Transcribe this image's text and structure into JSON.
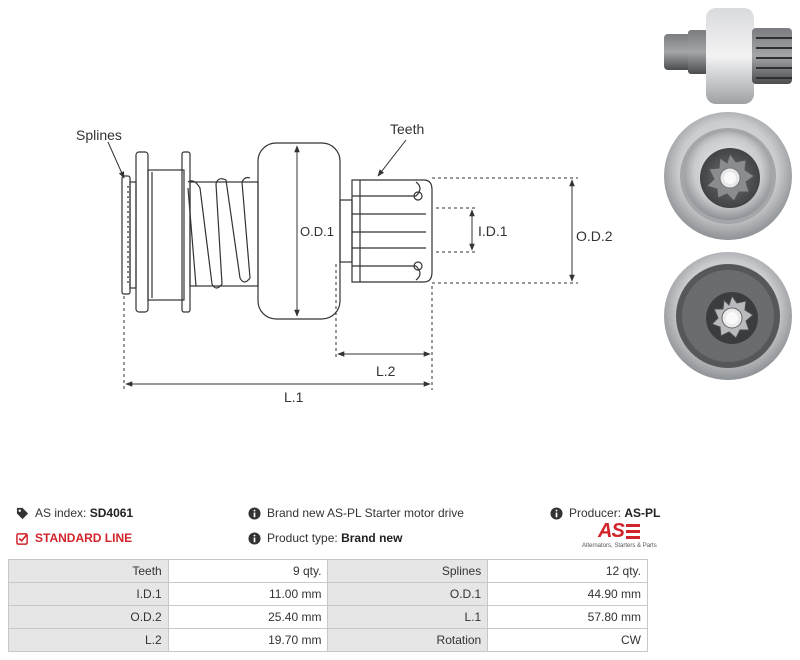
{
  "diagram": {
    "labels": {
      "splines": "Splines",
      "teeth": "Teeth",
      "od1": "O.D.1",
      "id1": "I.D.1",
      "od2": "O.D.2",
      "l2": "L.2",
      "l1": "L.1"
    }
  },
  "info": {
    "as_index_label": "AS index:",
    "as_index_value": "SD4061",
    "description": "Brand new AS-PL Starter motor drive",
    "producer_label": "Producer:",
    "producer_value": "AS-PL",
    "standard_line": "STANDARD LINE",
    "product_type_label": "Product type:",
    "product_type_value": "Brand new",
    "logo_mark": "AS",
    "logo_tagline": "Alternators, Starters & Parts"
  },
  "specs": {
    "rows": [
      [
        {
          "label": "Teeth",
          "value": "9 qty."
        },
        {
          "label": "Splines",
          "value": "12 qty."
        }
      ],
      [
        {
          "label": "I.D.1",
          "value": "11.00 mm"
        },
        {
          "label": "O.D.1",
          "value": "44.90 mm"
        }
      ],
      [
        {
          "label": "O.D.2",
          "value": "25.40 mm"
        },
        {
          "label": "L.1",
          "value": "57.80 mm"
        }
      ],
      [
        {
          "label": "L.2",
          "value": "19.70 mm"
        },
        {
          "label": "Rotation",
          "value": "CW"
        }
      ]
    ]
  },
  "colors": {
    "accent": "#d2232a",
    "table_label_bg": "#e6e6e6",
    "table_border": "#c8c8c8"
  },
  "icons": [
    "tag-icon",
    "info-icon",
    "check-badge-icon"
  ]
}
